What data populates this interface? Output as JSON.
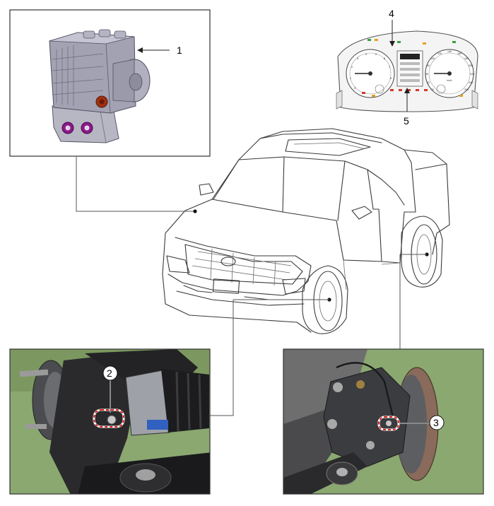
{
  "callouts": [
    {
      "id": "1",
      "label": "1"
    },
    {
      "id": "2",
      "label": "2"
    },
    {
      "id": "3",
      "label": "3"
    },
    {
      "id": "4",
      "label": "4"
    },
    {
      "id": "5",
      "label": "5"
    }
  ],
  "cluster": {
    "left_gauge_ticks": [
      "0",
      "1",
      "2",
      "3",
      "4",
      "5",
      "6",
      "7",
      "8"
    ],
    "right_gauge_ticks": [
      "20",
      "40",
      "60",
      "80",
      "100",
      "120",
      "140",
      "160",
      "180",
      "200",
      "220",
      "240",
      "260"
    ],
    "speed_unit": "km/h"
  },
  "colors": {
    "abs_unit": "#9a9aa8",
    "abs_bolt": "#8a1a8a",
    "connector": "#a03010",
    "photo_bg": "#8aa870",
    "highlight": "#d8201a",
    "lamp_red": "#d43a2a",
    "lamp_green": "#3aa040",
    "lamp_amber": "#e8a020"
  },
  "icons": {
    "abs_unit": "abs-hecu-module-icon",
    "cluster": "instrument-cluster-icon",
    "vehicle": "pickup-truck-icon",
    "front_sensor": "front-wheel-speed-sensor-icon",
    "rear_sensor": "rear-wheel-speed-sensor-icon"
  }
}
